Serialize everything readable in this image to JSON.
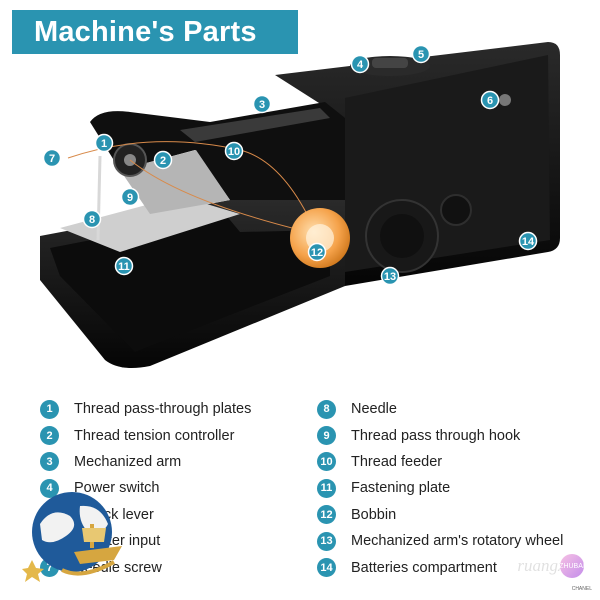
{
  "banner": {
    "title": "Machine's Parts"
  },
  "colors": {
    "accent": "#2a94b1",
    "body": "#111111",
    "bobbin": "#f09a3e"
  },
  "legend": {
    "left": [
      {
        "num": "1",
        "label": "Thread pass-through plates"
      },
      {
        "num": "2",
        "label": "Thread tension controller"
      },
      {
        "num": "3",
        "label": "Mechanized arm"
      },
      {
        "num": "4",
        "label": "Power switch"
      },
      {
        "num": "5",
        "label": "Unlock lever"
      },
      {
        "num": "6",
        "label": "Adapter input"
      },
      {
        "num": "7",
        "label": "Needle screw"
      }
    ],
    "right": [
      {
        "num": "8",
        "label": "Needle"
      },
      {
        "num": "9",
        "label": "Thread pass through hook"
      },
      {
        "num": "10",
        "label": "Thread feeder"
      },
      {
        "num": "11",
        "label": "Fastening plate"
      },
      {
        "num": "12",
        "label": "Bobbin"
      },
      {
        "num": "13",
        "label": "Mechanized arm's rotatory wheel"
      },
      {
        "num": "14",
        "label": "Batteries compartment"
      }
    ]
  },
  "callouts": [
    "1",
    "2",
    "3",
    "4",
    "5",
    "6",
    "7",
    "8",
    "9",
    "10",
    "11",
    "12",
    "13",
    "14"
  ],
  "watermark": {
    "text": "ruangxu",
    "badge": "ZHUBAI",
    "tiny": "CHANEL"
  }
}
